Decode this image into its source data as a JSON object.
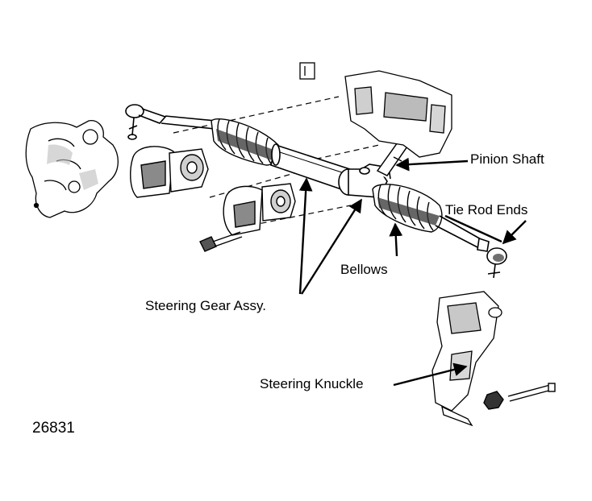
{
  "callouts": {
    "pinion_shaft": "Pinion Shaft",
    "tie_rod_ends": "Tie Rod Ends",
    "bellows": "Bellows",
    "steering_gear_assy": "Steering Gear Assy.",
    "steering_knuckle": "Steering Knuckle"
  },
  "figure_number": "26831"
}
